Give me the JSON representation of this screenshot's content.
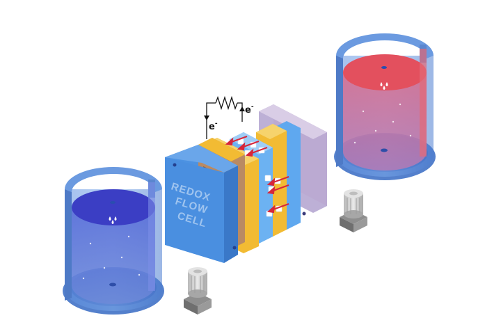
{
  "cell_label": {
    "line1": "REDOX",
    "line2": "FLOW",
    "line3": "CELL"
  },
  "electron_labels": {
    "left": "e",
    "left_sup": "-",
    "right": "e",
    "right_sup": "-"
  },
  "colors": {
    "catholyte": "#e3505e",
    "anolyte": "#3b3ec4",
    "tank_body": "#5f8fd6",
    "cell_front": "#4a8fe0",
    "membrane": "#f2bb33",
    "pump": "#c7c7c7",
    "ion_arrow": "#d6263a"
  }
}
